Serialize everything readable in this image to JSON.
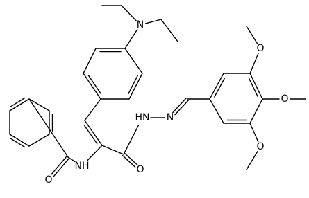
{
  "molecule": {
    "atoms": [
      {
        "id": "c1",
        "label": ""
      },
      {
        "id": "c2",
        "label": ""
      },
      {
        "id": "c3",
        "label": ""
      },
      {
        "id": "c4",
        "label": ""
      },
      {
        "id": "c5",
        "label": ""
      },
      {
        "id": "c6",
        "label": ""
      },
      {
        "id": "c7",
        "label": ""
      },
      {
        "id": "o1",
        "label": "O"
      },
      {
        "id": "n1",
        "label": "NH"
      },
      {
        "id": "c8",
        "label": ""
      },
      {
        "id": "c9",
        "label": ""
      },
      {
        "id": "c10",
        "label": ""
      },
      {
        "id": "c11",
        "label": ""
      },
      {
        "id": "c12",
        "label": ""
      },
      {
        "id": "c13",
        "label": ""
      },
      {
        "id": "c14",
        "label": ""
      },
      {
        "id": "c15",
        "label": ""
      },
      {
        "id": "n2",
        "label": "N"
      },
      {
        "id": "c16",
        "label": ""
      },
      {
        "id": "c17",
        "label": ""
      },
      {
        "id": "c18",
        "label": ""
      },
      {
        "id": "c19",
        "label": ""
      },
      {
        "id": "c20",
        "label": ""
      },
      {
        "id": "o2",
        "label": "O"
      },
      {
        "id": "n3",
        "label": "HN"
      },
      {
        "id": "n4",
        "label": "N"
      },
      {
        "id": "c21",
        "label": ""
      },
      {
        "id": "c22",
        "label": ""
      },
      {
        "id": "c23",
        "label": ""
      },
      {
        "id": "c24",
        "label": ""
      },
      {
        "id": "c25",
        "label": ""
      },
      {
        "id": "c26",
        "label": ""
      },
      {
        "id": "c27",
        "label": ""
      },
      {
        "id": "o3",
        "label": "O"
      },
      {
        "id": "c28",
        "label": ""
      },
      {
        "id": "o4",
        "label": "O"
      },
      {
        "id": "c29",
        "label": ""
      },
      {
        "id": "o5",
        "label": "O"
      },
      {
        "id": "c30",
        "label": ""
      }
    ],
    "bonds": [
      {
        "a": "c1",
        "b": "c2",
        "order": 1
      },
      {
        "a": "c2",
        "b": "c3",
        "order": 2
      },
      {
        "a": "c3",
        "b": "c4",
        "order": 1
      },
      {
        "a": "c4",
        "b": "c5",
        "order": 2
      },
      {
        "a": "c5",
        "b": "c6",
        "order": 1
      },
      {
        "a": "c6",
        "b": "c1",
        "order": 2
      },
      {
        "a": "c6",
        "b": "c7",
        "order": 1
      },
      {
        "a": "c7",
        "b": "o1",
        "order": 2
      },
      {
        "a": "c7",
        "b": "n1",
        "order": 1
      },
      {
        "a": "n1",
        "b": "c8",
        "order": 1
      },
      {
        "a": "c8",
        "b": "c9",
        "order": 2
      },
      {
        "a": "c9",
        "b": "c10",
        "order": 1
      },
      {
        "a": "c10",
        "b": "c11",
        "order": 2
      },
      {
        "a": "c11",
        "b": "c12",
        "order": 1
      },
      {
        "a": "c12",
        "b": "c13",
        "order": 2
      },
      {
        "a": "c13",
        "b": "c14",
        "order": 1
      },
      {
        "a": "c14",
        "b": "c15",
        "order": 2
      },
      {
        "a": "c15",
        "b": "c10",
        "order": 1
      },
      {
        "a": "c13",
        "b": "n2",
        "order": 1
      },
      {
        "a": "n2",
        "b": "c16",
        "order": 1
      },
      {
        "a": "c16",
        "b": "c17",
        "order": 1
      },
      {
        "a": "n2",
        "b": "c18",
        "order": 1
      },
      {
        "a": "c18",
        "b": "c19",
        "order": 1
      },
      {
        "a": "c8",
        "b": "c20",
        "order": 1
      },
      {
        "a": "c20",
        "b": "o2",
        "order": 2
      },
      {
        "a": "c20",
        "b": "n3",
        "order": 1
      },
      {
        "a": "n3",
        "b": "n4",
        "order": 1
      },
      {
        "a": "n4",
        "b": "c21",
        "order": 2
      },
      {
        "a": "c21",
        "b": "c22",
        "order": 1
      },
      {
        "a": "c22",
        "b": "c23",
        "order": 2
      },
      {
        "a": "c23",
        "b": "c24",
        "order": 1
      },
      {
        "a": "c24",
        "b": "c25",
        "order": 2
      },
      {
        "a": "c25",
        "b": "c26",
        "order": 1
      },
      {
        "a": "c26",
        "b": "c27",
        "order": 2
      },
      {
        "a": "c27",
        "b": "c22",
        "order": 1
      },
      {
        "a": "c24",
        "b": "o3",
        "order": 1
      },
      {
        "a": "o3",
        "b": "c28",
        "order": 1
      },
      {
        "a": "c25",
        "b": "o4",
        "order": 1
      },
      {
        "a": "o4",
        "b": "c29",
        "order": 1
      },
      {
        "a": "c26",
        "b": "o5",
        "order": 1
      },
      {
        "a": "o5",
        "b": "c30",
        "order": 1
      }
    ]
  }
}
